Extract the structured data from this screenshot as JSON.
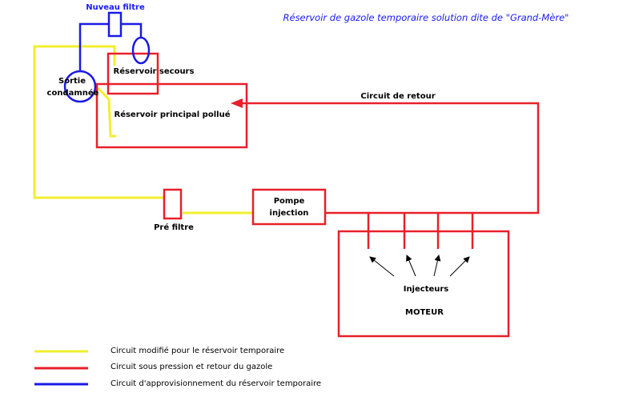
{
  "title": "Réservoir de gazole temporaire solution dite de \"Grand-Mère\"",
  "colors": {
    "yellow": "#f2ee2e",
    "red": "#e8202a",
    "blue": "#1a1ae6",
    "title": "#1a1aff"
  },
  "labels": {
    "new_filter": "Nuveau filtre",
    "emergency_tank": "Réservoir secours",
    "contaminated_outlet_line1": "Sortie",
    "contaminated_outlet_line2": "condamnée",
    "main_tank": "Réservoir principal pollué",
    "return_circuit": "Circuit de retour",
    "pump_line1": "Pompe",
    "pump_line2": "injection",
    "prefilter": "Pré filtre",
    "injectors": "Injecteurs",
    "engine": "MOTEUR"
  },
  "legend": [
    {
      "label": "Circuit modifié pour le réservoir temporaire",
      "color": "yellow"
    },
    {
      "label": "Circuit sous pression et retour du gazole",
      "color": "red"
    },
    {
      "label": "Circuit d'approvisionnement du réservoir temporaire",
      "color": "blue"
    }
  ]
}
